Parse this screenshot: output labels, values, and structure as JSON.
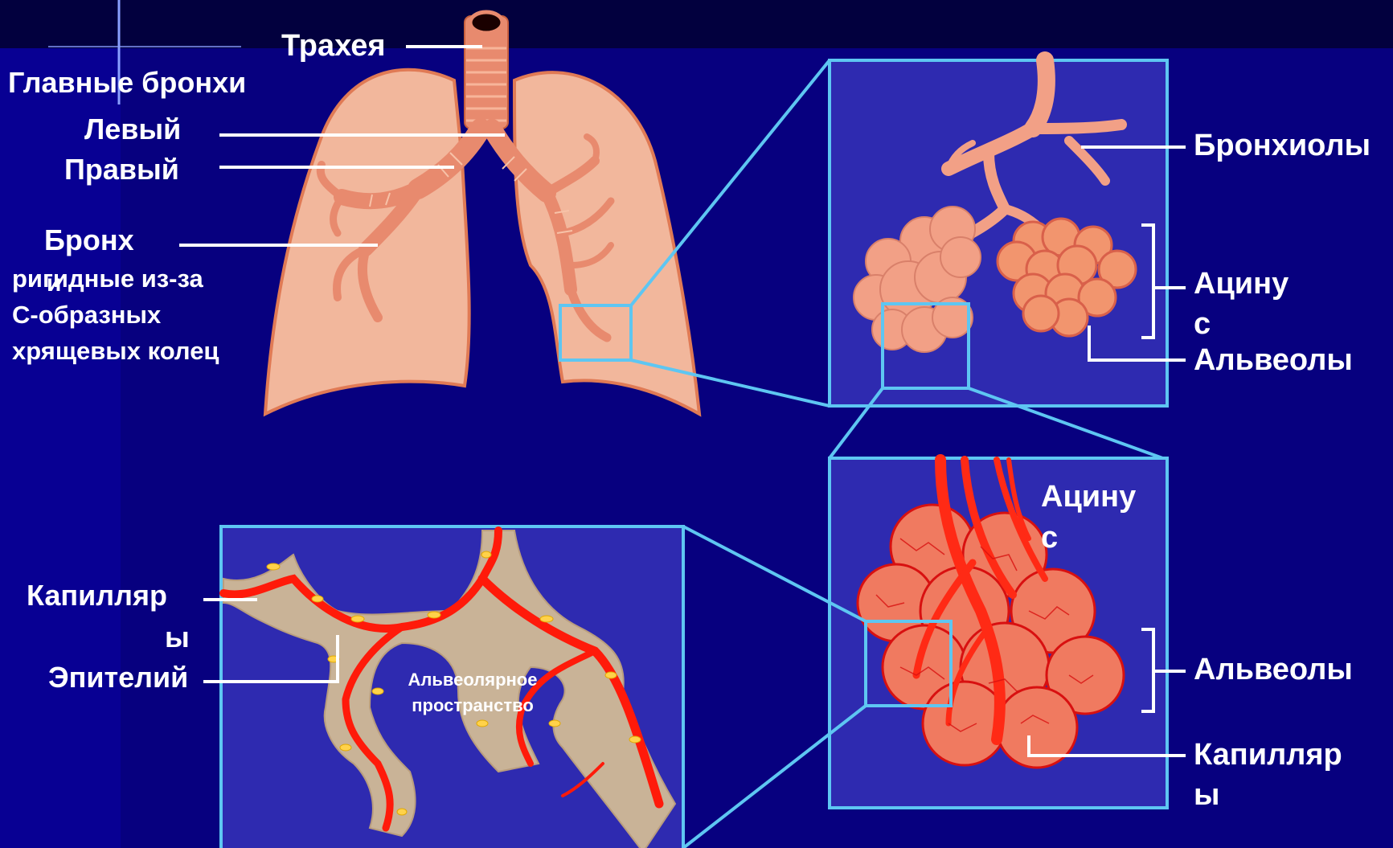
{
  "labels": {
    "trachea": "Трахея",
    "main_bronchi": "Главные бронхи",
    "left": "Левый",
    "right": "Правый",
    "bronchus": "Бронх",
    "bronchus_note": "ригидные из-за\nС-образных\nхрящевых колец",
    "bronchus_note_overlap": "и",
    "bronchioles": "Бронхиолы",
    "acinus_top_1": "Ацину",
    "acinus_top_2": "с",
    "alveoli_top": "Альвеолы",
    "acinus_bottom_1": "Ацину",
    "acinus_bottom_2": "с",
    "alveoli_bottom": "Альвеолы",
    "capillaries_right_1": "Капилляр",
    "capillaries_right_2": "ы",
    "capillaries_left_1": "Капилляр",
    "capillaries_left_2": "ы",
    "epithelium": "Эпителий",
    "alveolar_space_1": "Альвеолярное",
    "alveolar_space_2": "пространство"
  },
  "colors": {
    "background": "#07007f",
    "lung": "#f2b79c",
    "bronchus": "#e88a6e",
    "frame": "#5ec6f2",
    "vessel": "#ee1e10",
    "tissue": "#c9b397"
  }
}
